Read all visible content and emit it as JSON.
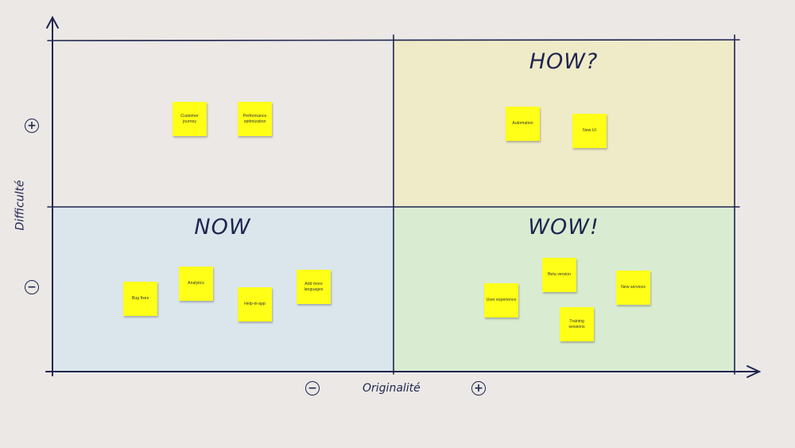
{
  "quadrants": {
    "top_left": {
      "title": ""
    },
    "top_right": {
      "title": "HOW?"
    },
    "bottom_left": {
      "title": "NOW"
    },
    "bottom_right": {
      "title": "WOW!"
    }
  },
  "axes": {
    "x_label": "Originalité",
    "y_label": "Difficulté",
    "x_minus": "−",
    "x_plus": "+",
    "y_minus": "−",
    "y_plus": "+"
  },
  "notes": {
    "customer_journey": "Customer journey",
    "performance_optimization": "Performance optimization",
    "automation": "Automation",
    "new_ui": "New UI",
    "bug_fixes": "Bug fixes",
    "analytics": "Analytics",
    "help_in_app": "Help-in-app",
    "add_more_languages": "Add more languages",
    "user_experience": "User experience",
    "beta_version": "Beta version",
    "training_sessions": "Training sessions",
    "new_services": "New services"
  },
  "colors": {
    "ink": "#1f2550",
    "sticky": "#ffff17",
    "how_bg": "#efebc8",
    "now_bg": "#dae6ec",
    "wow_bg": "#d9ecd2"
  }
}
